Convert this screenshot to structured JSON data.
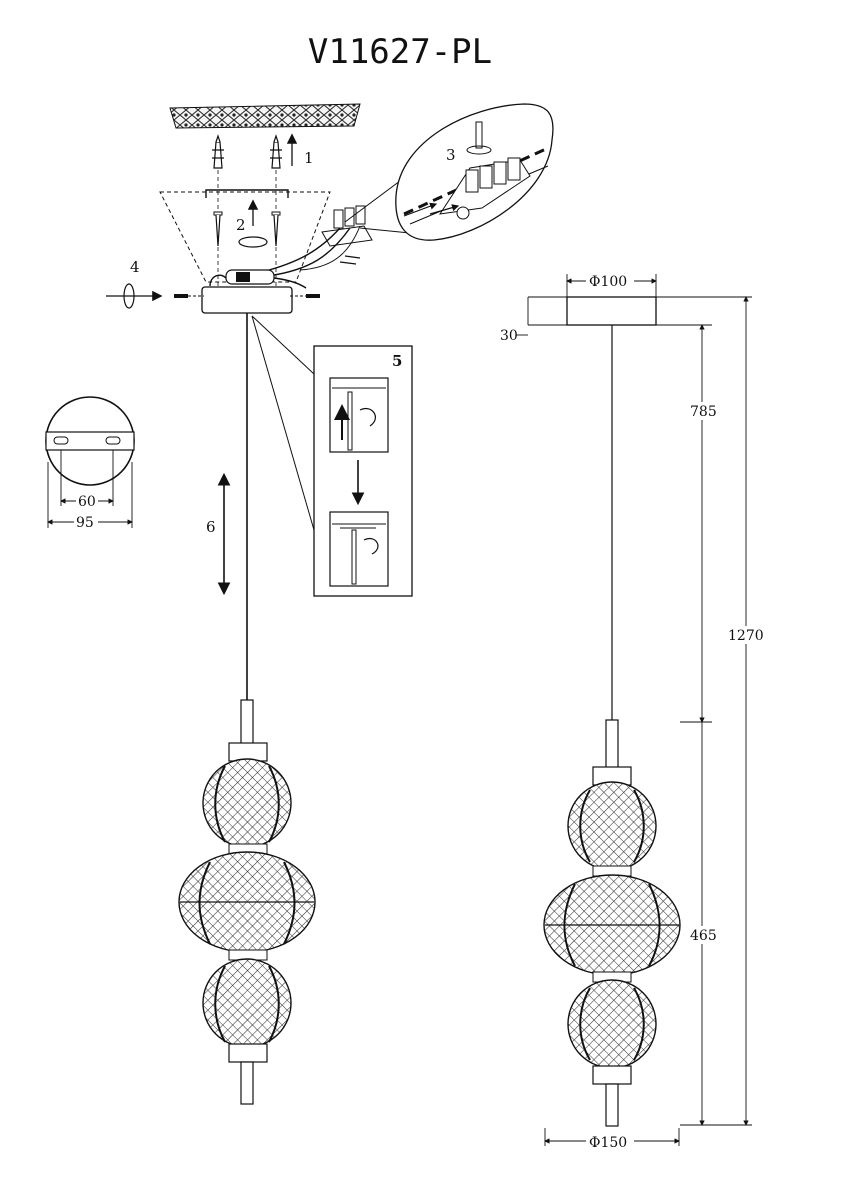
{
  "title": "V11627-PL",
  "steps": {
    "s1": "1",
    "s2": "2",
    "s3": "3",
    "s4": "4",
    "s5": "5",
    "s6": "6"
  },
  "mount_detail": {
    "inner": "60",
    "outer": "95"
  },
  "dimensions": {
    "canopy_diameter": "Φ100",
    "canopy_height": "30",
    "cable_length": "785",
    "total_height": "1270",
    "body_height": "465",
    "body_diameter": "Φ150"
  },
  "colors": {
    "line": "#111111",
    "mesh": "#333333"
  }
}
